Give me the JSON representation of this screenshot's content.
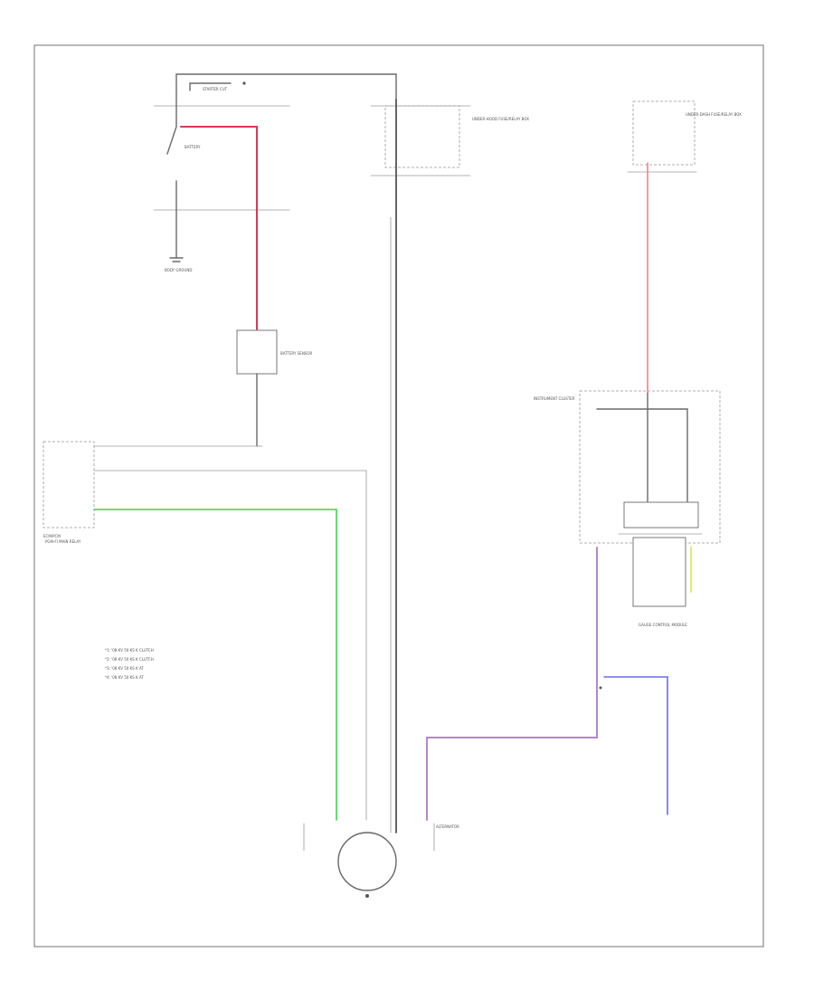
{
  "diagram": {
    "footer_code": "",
    "labels": {
      "battery": "BATTERY",
      "body_ground": "BODY GROUND",
      "starter_cut": "STARTER CUT",
      "battery_sensor": "BATTERY SENSOR",
      "pgm_fi": "PGM-FI MAIN RELAY",
      "ecm_pcm": "ECM/PCM",
      "under_hood_fuse": "UNDER-HOOD FUSE/RELAY BOX",
      "alternator": "ALTERNATOR",
      "gauge_control": "GAUGE CONTROL MODULE",
      "instrument_cluster": "INSTRUMENT CLUSTER",
      "fuse_box": "UNDER-DASH FUSE/RELAY BOX",
      "legend_1": "*1: '08 KV 50 KS K CLUTCH",
      "legend_2": "*2: '08 KV 50 KS K CLUTCH",
      "legend_3": "*3: '08 KV 50 KS K AT",
      "legend_4": "*4: '08 KV 50 KS K AT"
    }
  }
}
